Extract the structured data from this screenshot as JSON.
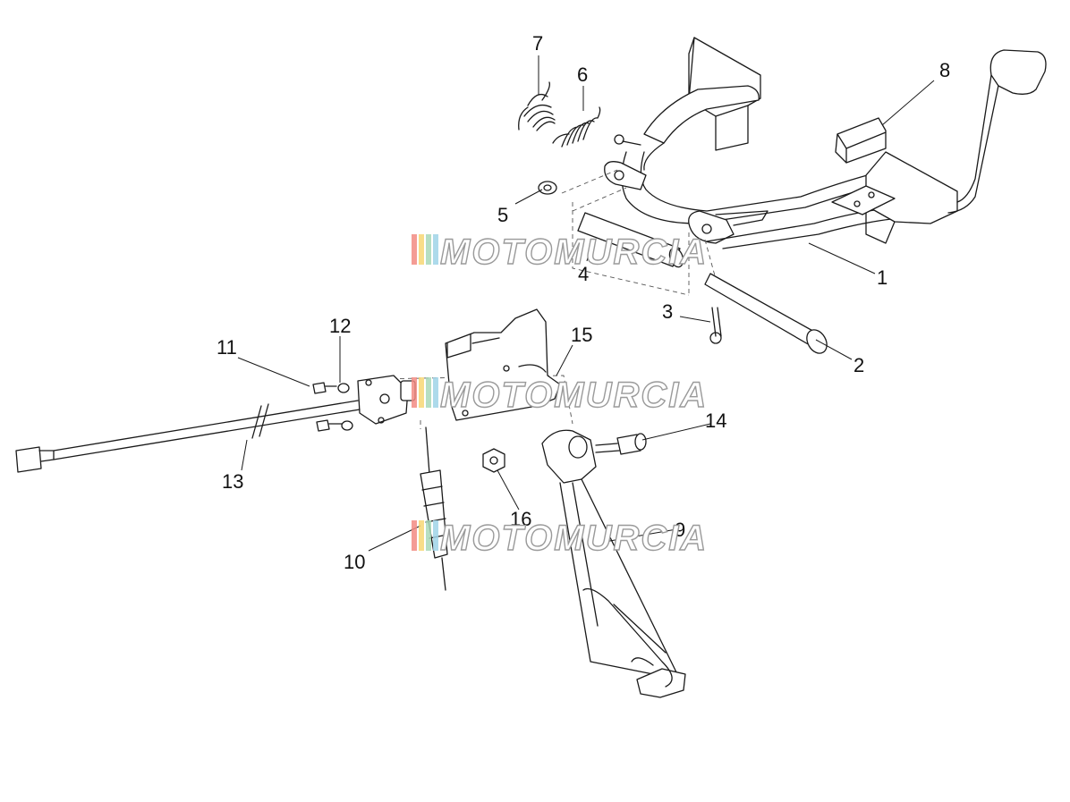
{
  "watermark": {
    "text": "MOTOMURCIA",
    "stripe_colors": [
      "#f28b82",
      "#f7d774",
      "#a8d8b9",
      "#9fd3e8"
    ]
  },
  "callouts": [
    "1",
    "2",
    "3",
    "4",
    "5",
    "6",
    "7",
    "8",
    "9",
    "10",
    "11",
    "12",
    "13",
    "14",
    "15",
    "16"
  ]
}
